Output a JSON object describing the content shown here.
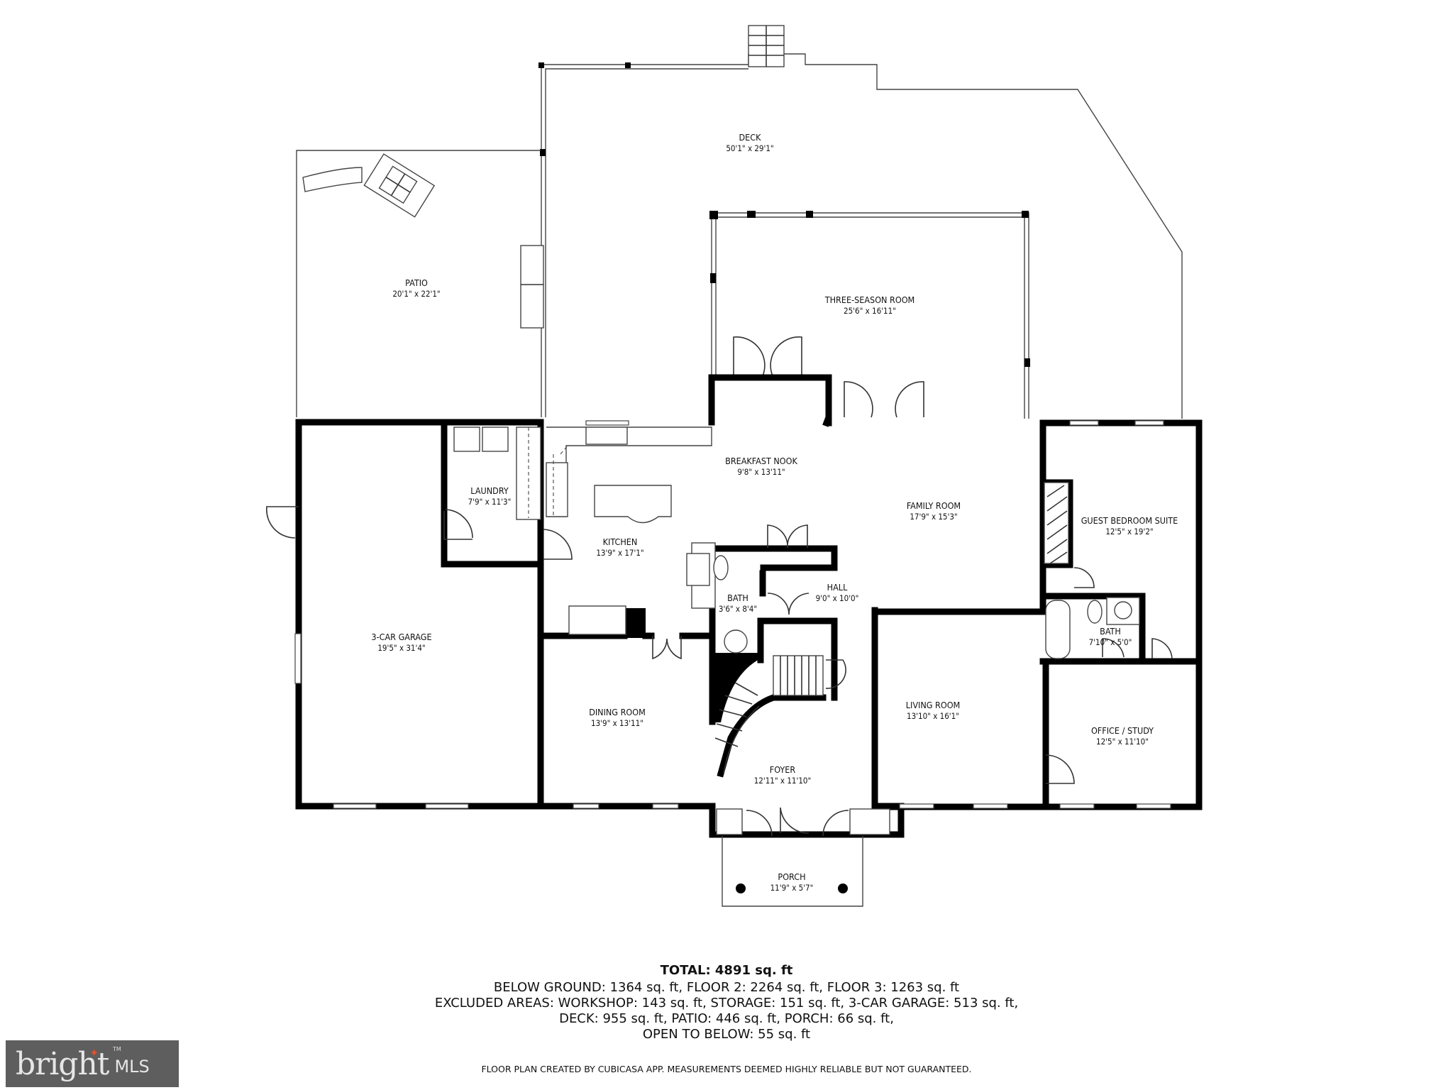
{
  "floor_plan": {
    "rooms": [
      {
        "id": "deck",
        "name": "DECK",
        "dims": "50'1\" x 29'1\""
      },
      {
        "id": "patio",
        "name": "PATIO",
        "dims": "20'1\" x 22'1\""
      },
      {
        "id": "three_season",
        "name": "THREE-SEASON ROOM",
        "dims": "25'6\" x 16'11\""
      },
      {
        "id": "breakfast_nook",
        "name": "BREAKFAST NOOK",
        "dims": "9'8\" x 13'11\""
      },
      {
        "id": "laundry",
        "name": "LAUNDRY",
        "dims": "7'9\" x 11'3\""
      },
      {
        "id": "kitchen",
        "name": "KITCHEN",
        "dims": "13'9\" x 17'1\""
      },
      {
        "id": "family_room",
        "name": "FAMILY ROOM",
        "dims": "17'9\" x 15'3\""
      },
      {
        "id": "guest_bedroom",
        "name": "GUEST BEDROOM SUITE",
        "dims": "12'5\" x 19'2\""
      },
      {
        "id": "hall",
        "name": "HALL",
        "dims": "9'0\" x 10'0\""
      },
      {
        "id": "bath_half",
        "name": "BATH",
        "dims": "3'6\" x 8'4\""
      },
      {
        "id": "bath_guest",
        "name": "BATH",
        "dims": "7'10\" x 5'0\""
      },
      {
        "id": "garage",
        "name": "3-CAR GARAGE",
        "dims": "19'5\" x 31'4\""
      },
      {
        "id": "dining_room",
        "name": "DINING ROOM",
        "dims": "13'9\" x 13'11\""
      },
      {
        "id": "living_room",
        "name": "LIVING ROOM",
        "dims": "13'10\" x 16'1\""
      },
      {
        "id": "office",
        "name": "OFFICE / STUDY",
        "dims": "12'5\" x 11'10\""
      },
      {
        "id": "foyer",
        "name": "FOYER",
        "dims": "12'11\" x 11'10\""
      },
      {
        "id": "porch",
        "name": "PORCH",
        "dims": "11'9\" x 5'7\""
      }
    ]
  },
  "summary": {
    "total": "TOTAL: 4891 sq. ft",
    "line1": "BELOW GROUND: 1364 sq. ft, FLOOR 2: 2264 sq. ft, FLOOR 3: 1263 sq. ft",
    "line2": "EXCLUDED AREAS: WORKSHOP: 143 sq. ft, STORAGE: 151 sq. ft, 3-CAR GARAGE: 513 sq. ft,",
    "line3": "DECK: 955 sq. ft, PATIO: 446 sq. ft, PORCH: 66 sq. ft,",
    "line4": "OPEN TO BELOW: 55 sq. ft",
    "disclaimer": "FLOOR PLAN CREATED BY CUBICASA APP. MEASUREMENTS DEEMED HIGHLY RELIABLE BUT NOT GUARANTEED."
  },
  "watermark": {
    "brand": "bright",
    "suffix": "MLS",
    "tm": "TM",
    "background": "#5e5e5e",
    "accent": "#e2522b"
  }
}
